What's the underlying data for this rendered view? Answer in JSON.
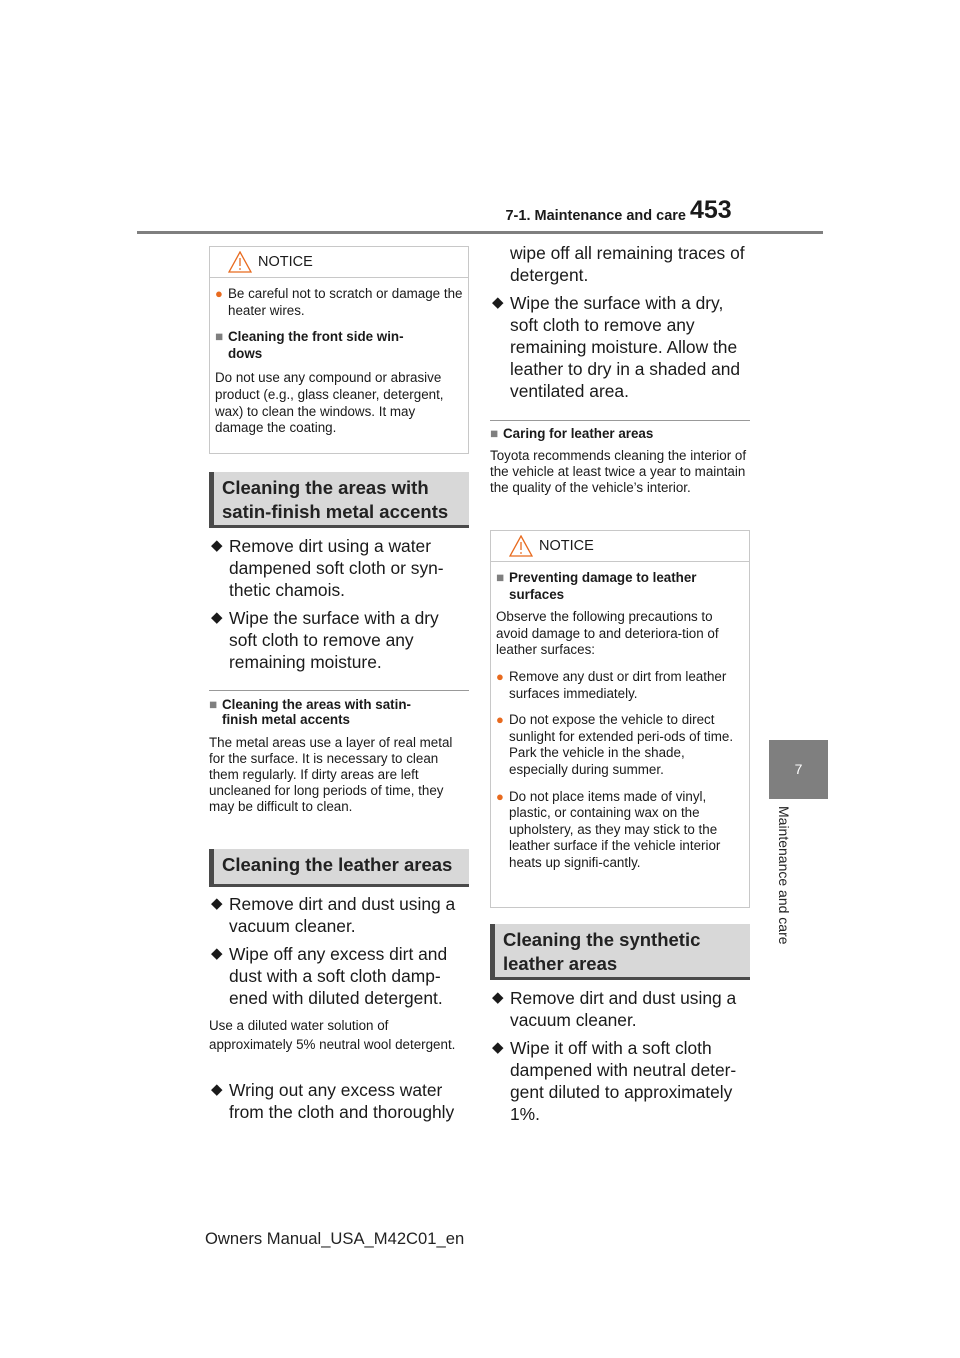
{
  "header": {
    "section": "7-1. Maintenance and care",
    "page_number": "453"
  },
  "chapter": {
    "number": "7",
    "title": "Maintenance and care"
  },
  "notice1": {
    "title": "NOTICE",
    "bullet": "Be careful not to scratch or damage the heater wires.",
    "sub_heading": "Cleaning the front side windows",
    "sub_line1": "Cleaning the front side win-",
    "sub_line2": "dows",
    "para": "Do not use any compound or abrasive product (e.g., glass cleaner, detergent, wax) to clean the windows. It may damage the coating."
  },
  "section_satin": {
    "heading": "Cleaning the areas with satin-finish metal accents",
    "bullets": [
      "Remove dirt using a water dampened soft cloth or syn-thetic chamois.",
      "Wipe the surface with a dry soft cloth to remove any remaining moisture."
    ],
    "sub_heading_line1": "Cleaning the areas with satin-",
    "sub_heading_line2": "finish metal accents",
    "sub_text": "The metal areas use a layer of real metal for the surface. It is necessary to clean them regularly. If dirty areas are left uncleaned for long periods of time, they may be difficult to clean."
  },
  "section_leather": {
    "heading": "Cleaning the leather areas",
    "bullets": [
      "Remove dirt and dust using a vacuum cleaner.",
      "Wipe off any excess dirt and dust with a soft cloth damp-ened with diluted detergent."
    ],
    "note": "Use a diluted water solution of approximately 5% neutral wool detergent.",
    "bullet3_line1": "Wring out any excess water",
    "bullet3_line2": "from the cloth and thoroughly",
    "bullet3_cont": "wipe off all remaining traces of detergent.",
    "bullet4": "Wipe the surface with a dry, soft cloth to remove any remaining moisture. Allow the leather to dry in a shaded and ventilated area.",
    "caring_heading": "Caring for leather areas",
    "caring_text": "Toyota recommends cleaning the interior of the vehicle at least twice a year to maintain the quality of the vehicle’s interior."
  },
  "notice2": {
    "title": "NOTICE",
    "sub_heading_line1": "Preventing damage to leather",
    "sub_heading_line2": "surfaces",
    "para": "Observe the following precautions to avoid damage to and deteriora-tion of leather surfaces:",
    "bullets": [
      "Remove any dust or dirt from leather surfaces immediately.",
      "Do not expose the vehicle to direct sunlight for extended peri-ods of time. Park the vehicle in the shade, especially during summer.",
      "Do not place items made of vinyl, plastic, or containing wax on the upholstery, as they may stick to the leather surface if the vehicle interior heats up signifi-cantly."
    ]
  },
  "section_synthetic": {
    "heading": "Cleaning the synthetic leather areas",
    "bullets": [
      "Remove dirt and dust using a vacuum cleaner.",
      "Wipe it off with a soft cloth dampened with neutral deter-gent diluted to approximately 1%."
    ]
  },
  "footer": "Owners Manual_USA_M42C01_en"
}
